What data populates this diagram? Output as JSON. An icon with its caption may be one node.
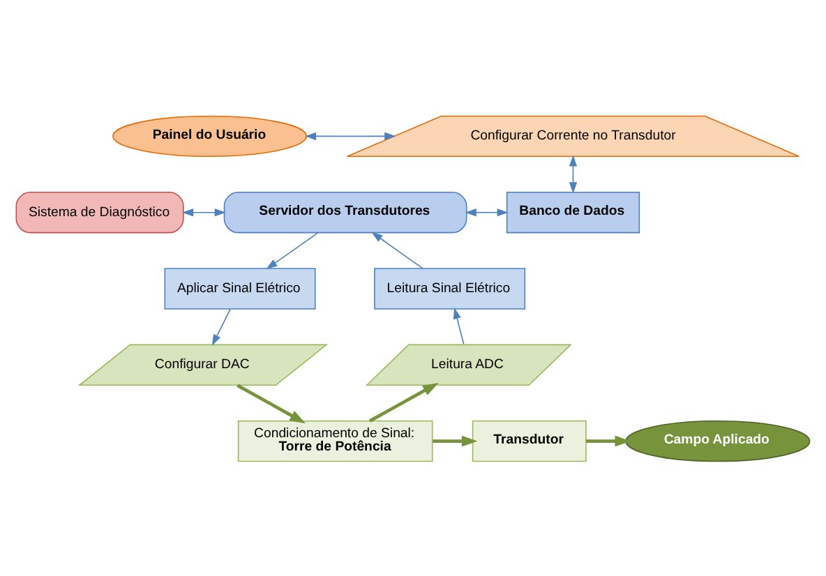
{
  "diagram": {
    "nodes": [
      {
        "text": [
          "Painel do Usuário"
        ]
      },
      {
        "text": [
          "Configurar Corrente no Transdutor"
        ]
      },
      {
        "text": [
          "Sistema de Diagnóstico"
        ]
      },
      {
        "text": [
          "Servidor dos Transdutores"
        ]
      },
      {
        "text": [
          "Banco de Dados"
        ]
      },
      {
        "text": [
          "Aplicar Sinal Elétrico"
        ]
      },
      {
        "text": [
          "Leitura Sinal Elétrico"
        ]
      },
      {
        "text": [
          "Configurar DAC"
        ]
      },
      {
        "text": [
          "Leitura ADC"
        ]
      },
      {
        "text": [
          "Condicionamento de Sinal:",
          "Torre de Potência"
        ]
      },
      {
        "text": [
          "Transdutor"
        ]
      },
      {
        "text": [
          "Campo Aplicado"
        ]
      }
    ],
    "edges": [
      {
        "from": 0,
        "to": 1,
        "arrow": "both"
      },
      {
        "from": 1,
        "to": 4,
        "arrow": "both"
      },
      {
        "from": 2,
        "to": 3,
        "arrow": "both"
      },
      {
        "from": 3,
        "to": 4,
        "arrow": "both"
      },
      {
        "from": 3,
        "to": 5,
        "arrow": "to"
      },
      {
        "from": 6,
        "to": 3,
        "arrow": "to"
      },
      {
        "from": 5,
        "to": 7,
        "arrow": "to"
      },
      {
        "from": 8,
        "to": 6,
        "arrow": "to"
      },
      {
        "from": 7,
        "to": 9,
        "arrow": "to",
        "style": "thick",
        "color": "#77933c"
      },
      {
        "from": 9,
        "to": 8,
        "arrow": "to",
        "style": "thick",
        "color": "#77933c"
      },
      {
        "from": 9,
        "to": 10,
        "arrow": "to",
        "style": "thick",
        "color": "#77933c"
      },
      {
        "from": 10,
        "to": 11,
        "arrow": "to",
        "style": "thick",
        "color": "#77933c"
      }
    ]
  }
}
